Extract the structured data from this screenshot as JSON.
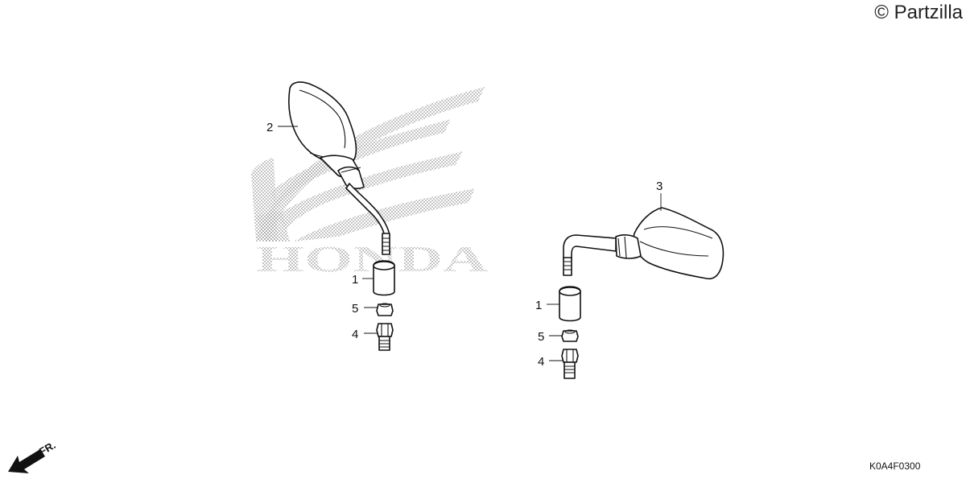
{
  "header": {
    "copyright": "© Partzilla"
  },
  "footer": {
    "diagram_code": "K0A4F0300"
  },
  "watermark": {
    "text": "HONDA",
    "color": "#bdbdbd"
  },
  "direction_marker": {
    "label": "FR."
  },
  "callouts": {
    "left_grip_end": "1",
    "left_mirror": "2",
    "left_nut": "5",
    "left_bolt": "4",
    "right_mirror": "3",
    "right_grip_end": "1",
    "right_nut": "5",
    "right_bolt": "4"
  },
  "colors": {
    "line": "#111111",
    "background": "#ffffff"
  }
}
